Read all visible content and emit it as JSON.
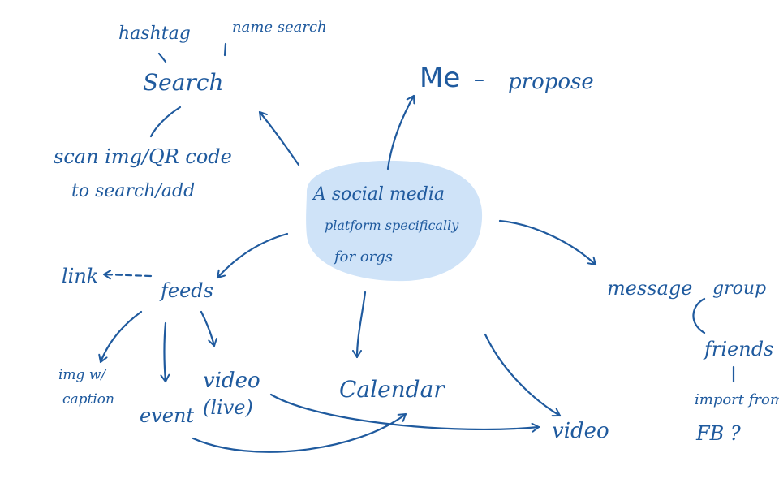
{
  "colors": {
    "ink": "#1f5a9e",
    "blob": "#cfe3f8"
  },
  "center": {
    "line1": "A social media",
    "line2": "platform specifically",
    "line3": "for orgs"
  },
  "search": {
    "title": "Search",
    "hashtag": "hashtag",
    "name_search": "name search",
    "scan_line1": "scan img/QR code",
    "scan_line2": "to search/add"
  },
  "me": {
    "title": "Me",
    "dash": "–",
    "propose": "propose"
  },
  "feeds": {
    "title": "feeds",
    "link": "link",
    "img_line1": "img w/",
    "img_line2": "caption",
    "event": "event",
    "video_live_line1": "video",
    "video_live_line2": "(live)"
  },
  "calendar": {
    "title": "Calendar"
  },
  "video": {
    "title": "video"
  },
  "message": {
    "title": "message",
    "group": "group",
    "friends": "friends",
    "import_line1": "import from",
    "import_line2": "FB ?"
  }
}
